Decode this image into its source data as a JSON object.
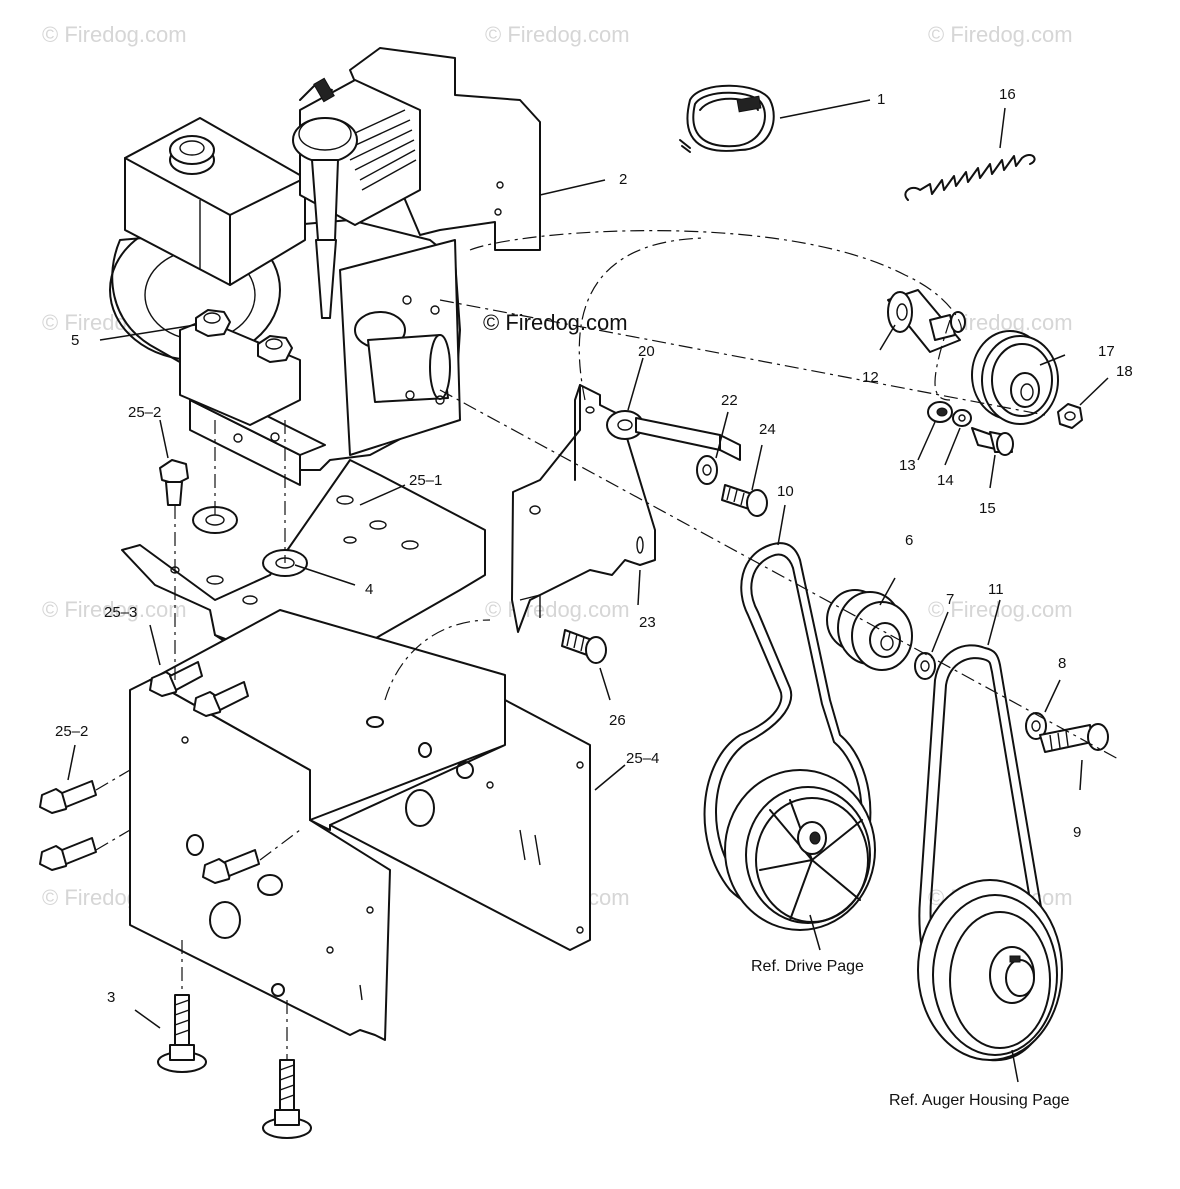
{
  "watermark": "© Firedog.com",
  "center_watermark": "© Firedog.com",
  "callouts": {
    "c1": "1",
    "c2": "2",
    "c3": "3",
    "c4": "4",
    "c5": "5",
    "c6": "6",
    "c7": "7",
    "c8": "8",
    "c9": "9",
    "c11": "11",
    "c12": "12",
    "c13": "13",
    "c14": "14",
    "c15": "15",
    "c16": "16",
    "c17": "17",
    "c18": "18",
    "c20": "20",
    "c22": "22",
    "c23": "23",
    "c24": "24",
    "c26": "26",
    "c25_1": "25–1",
    "c25_2a": "25–2",
    "c25_2b": "25–2",
    "c25_3": "25–3",
    "c25_4": "25–4",
    "c10": "10"
  },
  "references": {
    "drive": "Ref. Drive Page",
    "auger": "Ref. Auger Housing Page"
  },
  "parts": [
    {
      "name": "power-cord",
      "callout": "1"
    },
    {
      "name": "engine",
      "callout": "2"
    },
    {
      "name": "carriage-bolt",
      "callout": "3"
    },
    {
      "name": "lock-washer",
      "callout": "4"
    },
    {
      "name": "hex-nut",
      "callout": "5"
    },
    {
      "name": "engine-pulley",
      "callout": "6"
    },
    {
      "name": "spacer",
      "callout": "7"
    },
    {
      "name": "washer",
      "callout": "8"
    },
    {
      "name": "hex-bolt",
      "callout": "9"
    },
    {
      "name": "drive-belt",
      "callout": "10"
    },
    {
      "name": "auger-belt",
      "callout": "11"
    },
    {
      "name": "idler-bracket",
      "callout": "12"
    },
    {
      "name": "spacer",
      "callout": "13"
    },
    {
      "name": "washer",
      "callout": "14"
    },
    {
      "name": "shoulder-bolt",
      "callout": "15"
    },
    {
      "name": "extension-spring",
      "callout": "16"
    },
    {
      "name": "idler-pulley",
      "callout": "17"
    },
    {
      "name": "hex-lock-nut",
      "callout": "18"
    },
    {
      "name": "belt-keeper-rod",
      "callout": "20"
    },
    {
      "name": "washer",
      "callout": "22"
    },
    {
      "name": "bolt",
      "callout": "24"
    },
    {
      "name": "belt-cover-bracket",
      "callout": "23"
    },
    {
      "name": "bolt",
      "callout": "26"
    },
    {
      "name": "engine-mount-plate",
      "callout": "25–1"
    },
    {
      "name": "frame-bolt",
      "callout": "25–2"
    },
    {
      "name": "frame-bolt",
      "callout": "25–3"
    },
    {
      "name": "frame-assembly",
      "callout": "25–4"
    }
  ]
}
